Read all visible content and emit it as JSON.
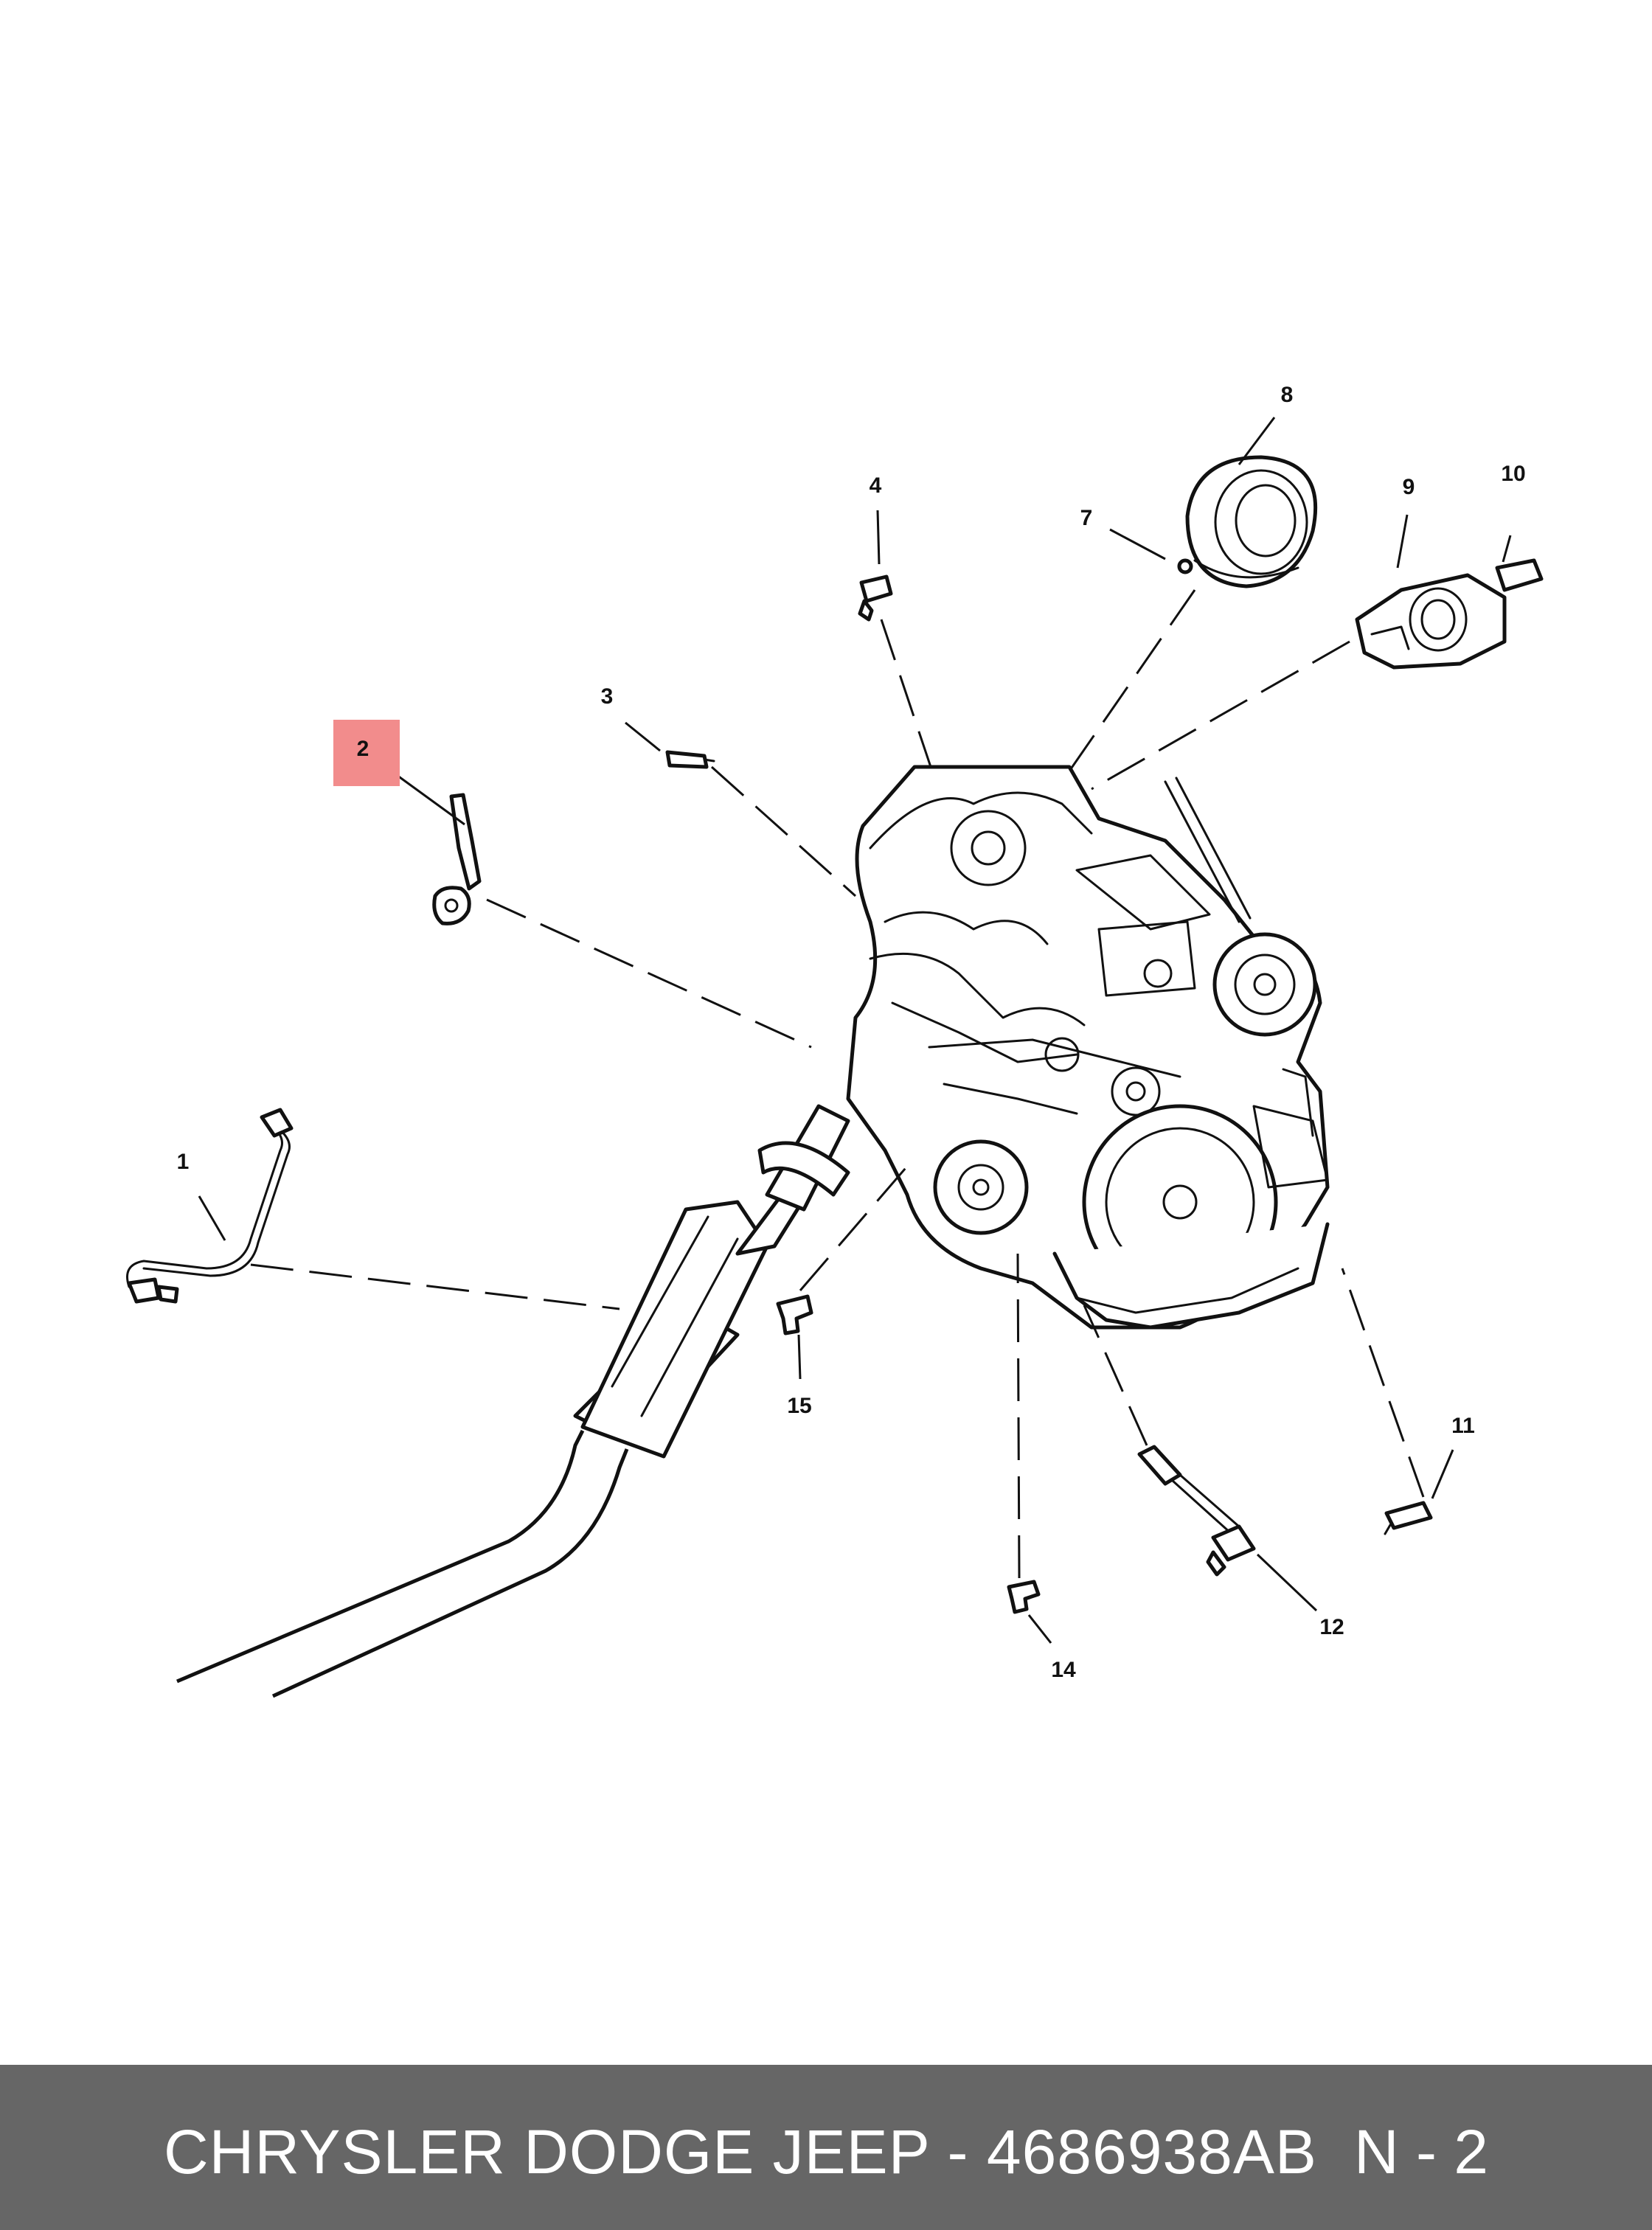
{
  "diagram": {
    "highlight_color": "#f28c8c",
    "highlighted_callout": "2",
    "callouts": [
      {
        "id": "c1",
        "label": "1"
      },
      {
        "id": "c2",
        "label": "2"
      },
      {
        "id": "c3",
        "label": "3"
      },
      {
        "id": "c4",
        "label": "4"
      },
      {
        "id": "c7",
        "label": "7"
      },
      {
        "id": "c8",
        "label": "8"
      },
      {
        "id": "c9",
        "label": "9"
      },
      {
        "id": "c10",
        "label": "10"
      },
      {
        "id": "c11",
        "label": "11"
      },
      {
        "id": "c12",
        "label": "12"
      },
      {
        "id": "c14",
        "label": "14"
      },
      {
        "id": "c15",
        "label": "15"
      }
    ]
  },
  "footer": {
    "title": "CHRYSLER DODGE JEEP - 4686938AB",
    "page": "N - 2",
    "background": "#666666",
    "text_color": "#ffffff"
  }
}
